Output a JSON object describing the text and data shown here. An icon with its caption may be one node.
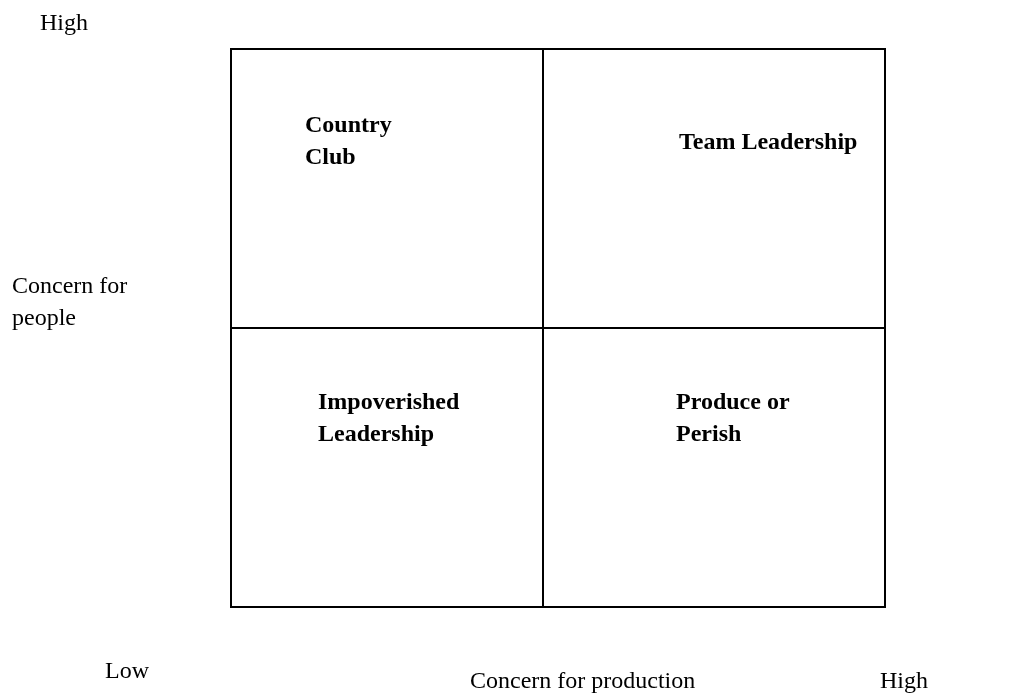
{
  "diagram": {
    "nodes": [
      {
        "text": [
          "Country Club"
        ]
      },
      {
        "text": [
          "Team Leadership"
        ]
      },
      {
        "text": [
          "Impoverished Leadership"
        ]
      },
      {
        "text": [
          "Produce or Perish"
        ]
      }
    ],
    "labels": [
      "High",
      "Concern for people",
      "Low",
      "Concern for production",
      "High"
    ]
  }
}
